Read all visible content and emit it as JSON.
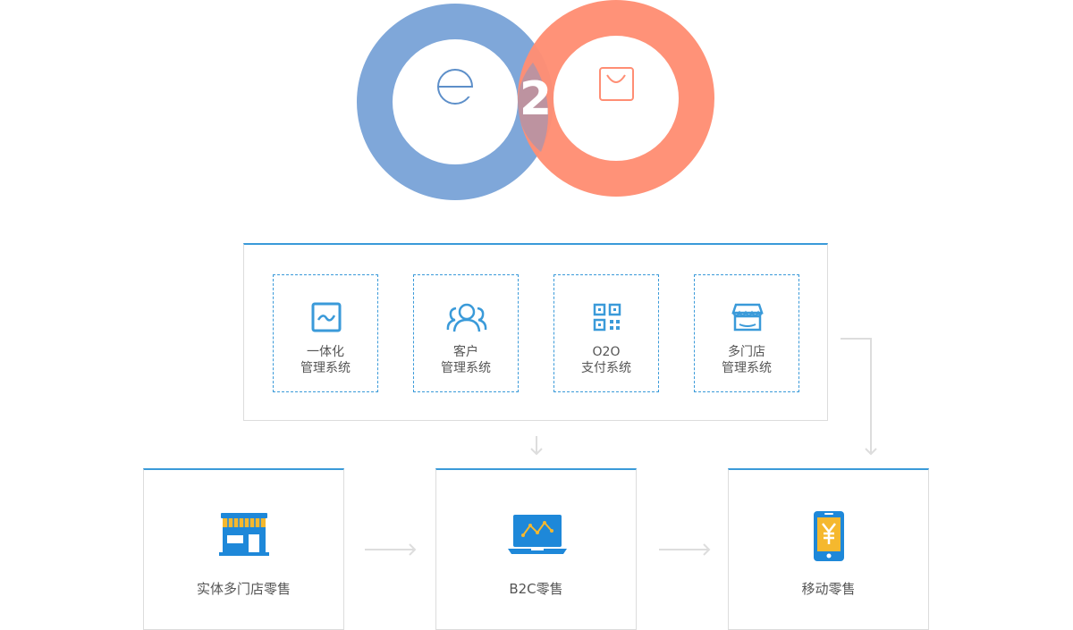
{
  "logo": {
    "center_text": "2"
  },
  "modules": [
    {
      "line1": "一体化",
      "line2": "管理系统",
      "icon": "chart-monitor-icon"
    },
    {
      "line1": "客户",
      "line2": "管理系统",
      "icon": "users-icon"
    },
    {
      "line1": "O2O",
      "line2": "支付系统",
      "icon": "qr-code-icon"
    },
    {
      "line1": "多门店",
      "line2": "管理系统",
      "icon": "storefront-icon"
    }
  ],
  "cards": [
    {
      "label": "实体多门店零售",
      "icon": "shop-icon"
    },
    {
      "label": "B2C零售",
      "icon": "laptop-chart-icon"
    },
    {
      "label": "移动零售",
      "icon": "mobile-yen-icon"
    }
  ],
  "colors": {
    "blue_ring": "#7fa7d9",
    "orange_ring": "#ff8e74",
    "accent": "#3a9ad9",
    "arrow": "#dddddd"
  }
}
